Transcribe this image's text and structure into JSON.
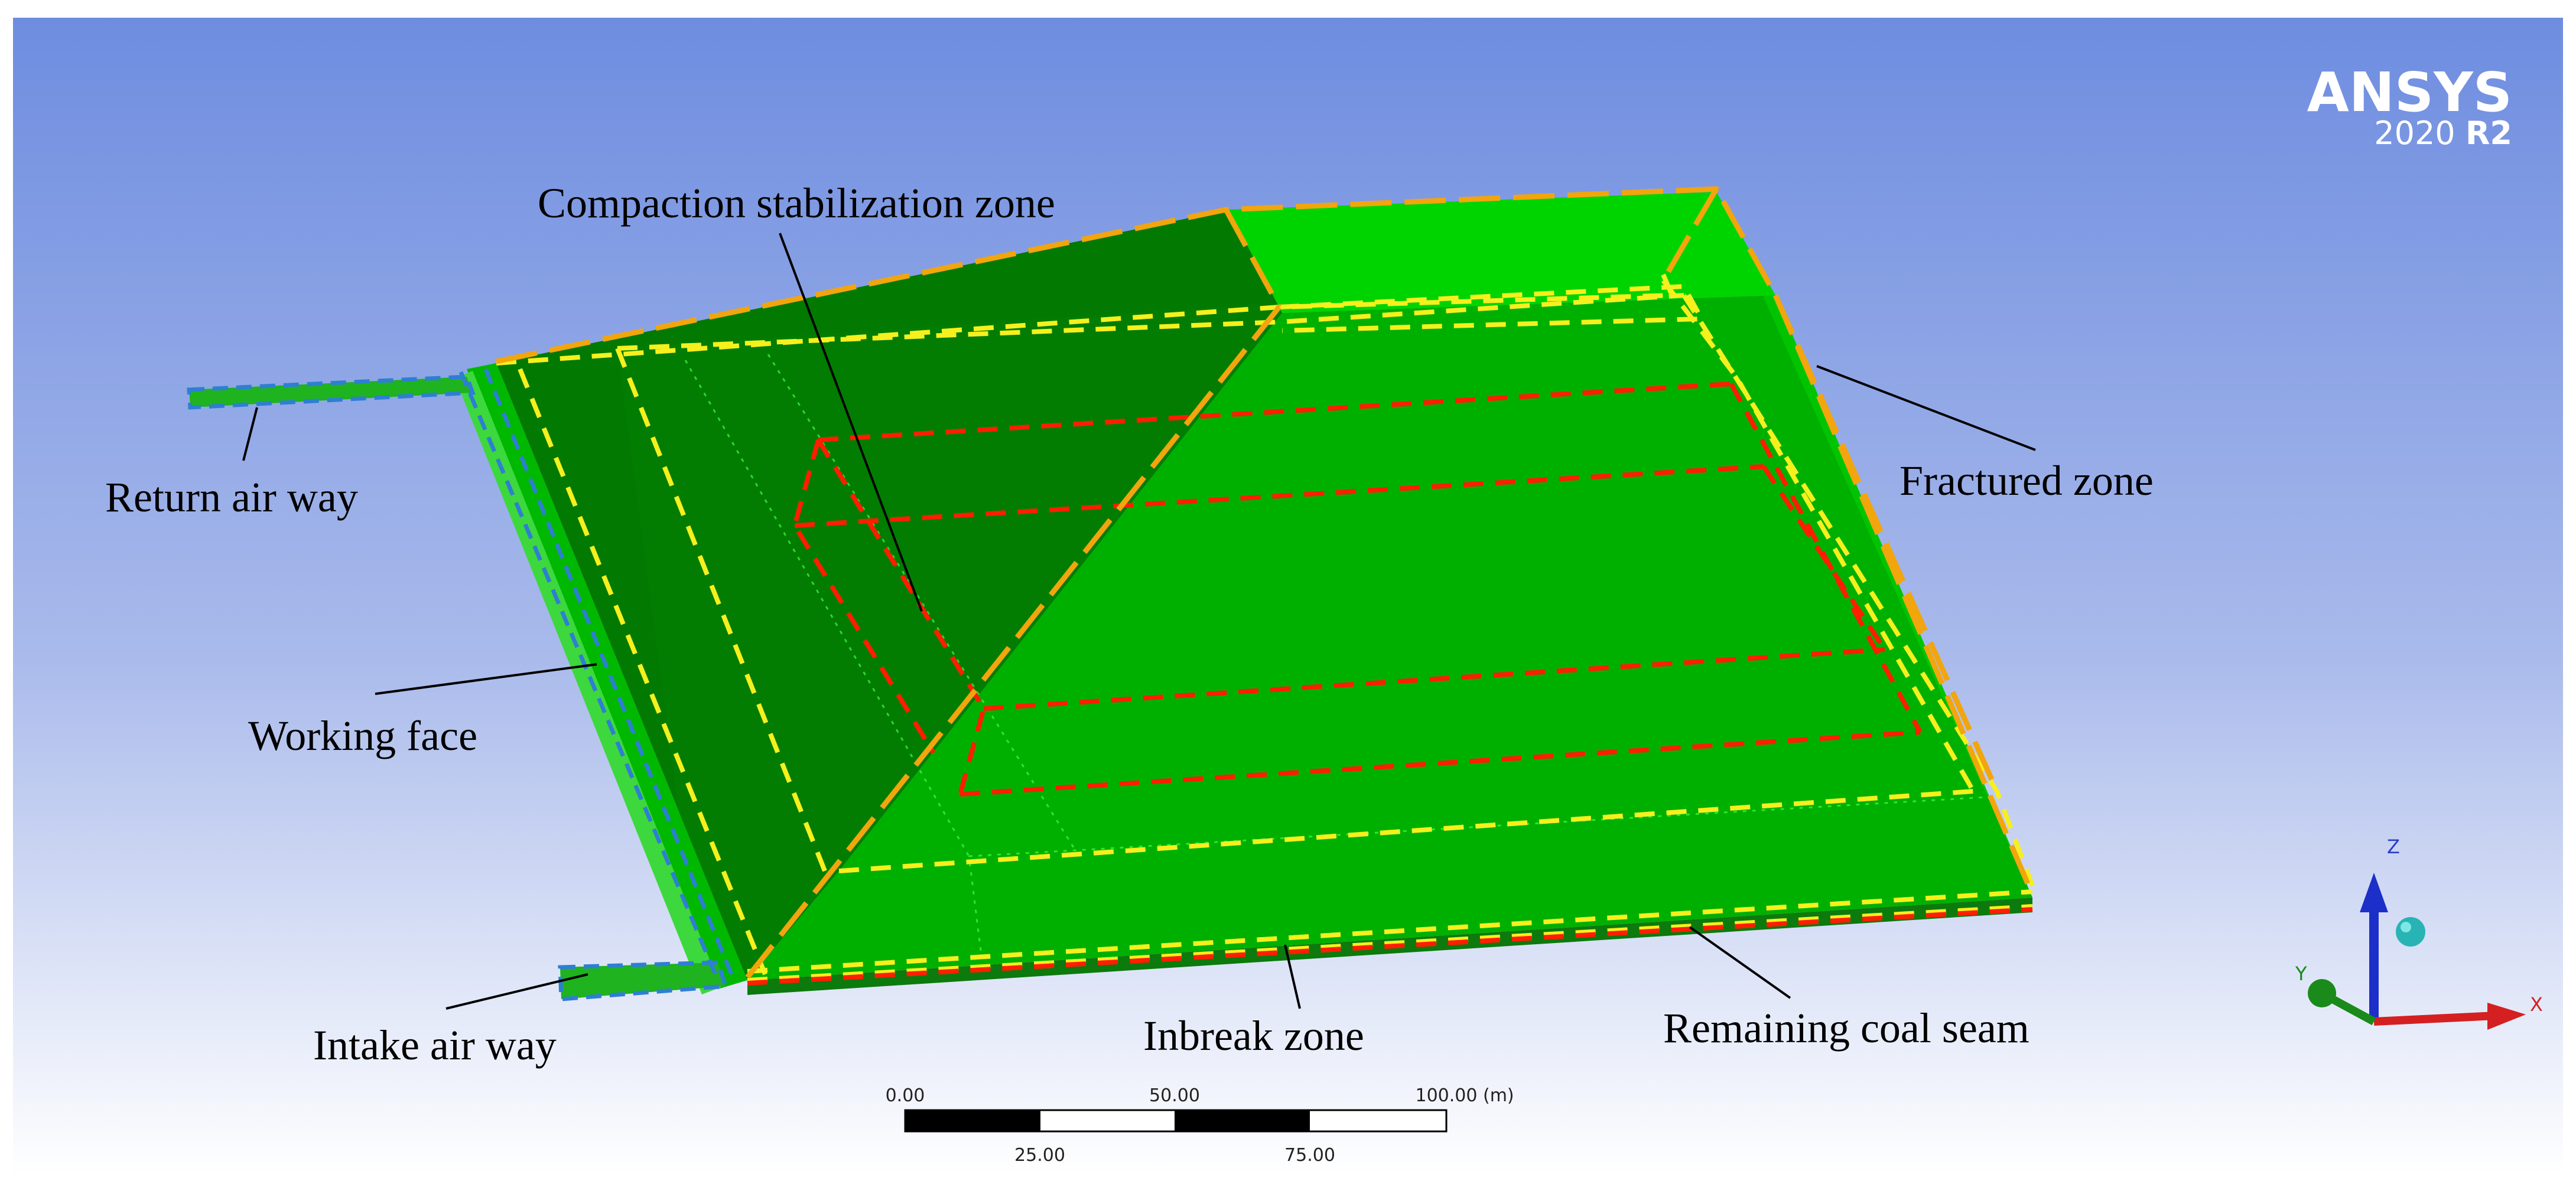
{
  "software": {
    "brand": "ANSYS",
    "version": "2020",
    "release": "R2"
  },
  "labels": {
    "compaction_zone": "Compaction stabilization zone",
    "fractured_zone": "Fractured zone",
    "return_air_way": "Return air way",
    "working_face": "Working face",
    "intake_air_way": "Intake air way",
    "inbreak_zone": "Inbreak  zone",
    "remaining_coal_seam": "Remaining coal seam"
  },
  "scale_bar": {
    "top_ticks": [
      "0.00",
      "50.00",
      "100.00"
    ],
    "unit": "(m)",
    "bottom_ticks": [
      "25.00",
      "75.00"
    ]
  },
  "triad": {
    "x": "X",
    "y": "Y",
    "z": "Z"
  },
  "colors": {
    "background_top": "#6e8de0",
    "background_bottom": "#ffffff",
    "zone_dark_green": "#027a02",
    "zone_mid_green": "#00b000",
    "zone_light_green": "#00d400",
    "outline_yellow": "#f5f01e",
    "outline_red": "#ff1e00",
    "outline_orange": "#f2a50c",
    "airway_blue": "#2e7fd1"
  }
}
